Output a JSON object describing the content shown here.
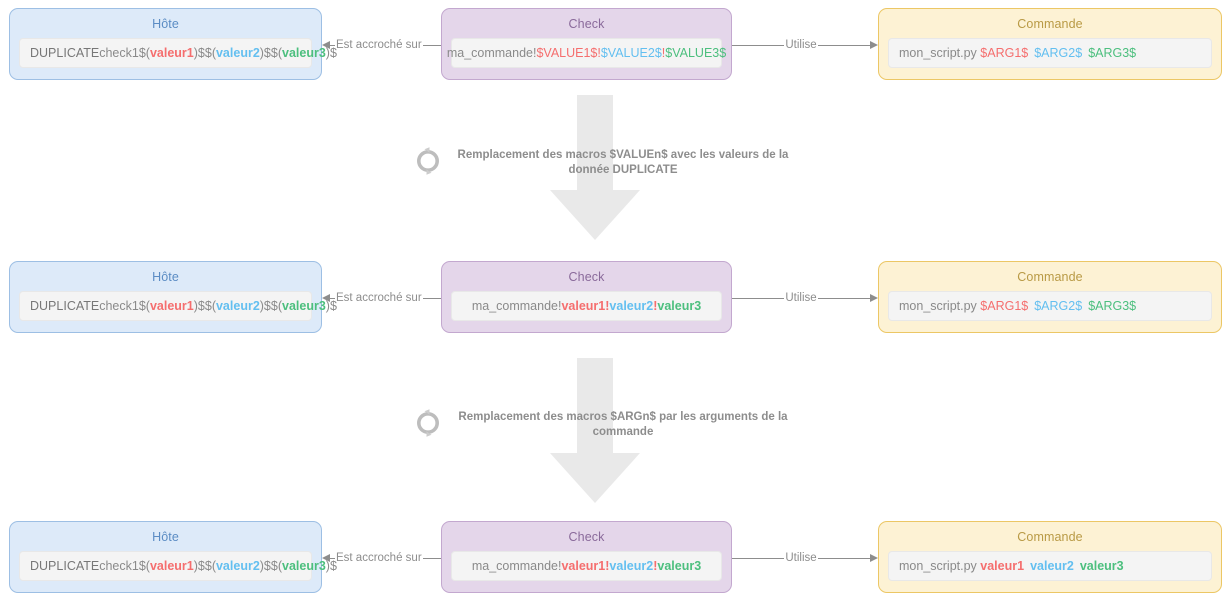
{
  "diagram": {
    "colors": {
      "host_fill": "#ddeaf9",
      "host_border": "#9dbfe4",
      "host_title": "#5b8cc4",
      "check_fill": "#e4d6ea",
      "check_border": "#c3a8cf",
      "check_title": "#8a6a9b",
      "command_fill": "#fdf2d4",
      "command_border": "#ecc765",
      "command_title": "#b99a45",
      "token_red": "#f56e6e",
      "token_blue": "#63bff0",
      "token_green": "#4cbf7e",
      "connector": "#8d8d8d",
      "arrow_block": "#e9e9e9",
      "body_text": "#777777"
    },
    "titles": {
      "host": "Hôte",
      "check": "Check",
      "command": "Commande"
    },
    "connector_labels": {
      "attached": "Est accroché sur",
      "uses": "Utilise"
    },
    "rows": [
      {
        "host": {
          "macro_label": "DUPLICATE",
          "text_plain": "check1$(valeur1)$$(valeur2)$$(valeur3)$",
          "prefix": "check1$(",
          "v1": "valeur1",
          "sep1": ")$$(",
          "v2": "valeur2",
          "sep2": ")$$(",
          "v3": "valeur3",
          "suffix": ")$"
        },
        "check": {
          "text_plain": "ma_commande!$VALUE1$!$VALUE2$!$VALUE3$",
          "prefix": "ma_commande!",
          "v1": "$VALUE1$",
          "sep1": "!",
          "v2": "$VALUE2$",
          "sep2": "!",
          "v3": "$VALUE3$",
          "suffix": "",
          "bold": false
        },
        "command": {
          "text_plain": "mon_script.py $ARG1$ $ARG2$ $ARG3$",
          "prefix": "mon_script.py ",
          "v1": "$ARG1$",
          "sep1": " ",
          "v2": "$ARG2$",
          "sep2": " ",
          "v3": "$ARG3$",
          "suffix": "",
          "bold": false
        }
      },
      {
        "host": {
          "macro_label": "DUPLICATE",
          "text_plain": "check1$(valeur1)$$(valeur2)$$(valeur3)$",
          "prefix": "check1$(",
          "v1": "valeur1",
          "sep1": ")$$(",
          "v2": "valeur2",
          "sep2": ")$$(",
          "v3": "valeur3",
          "suffix": ")$"
        },
        "check": {
          "text_plain": "ma_commande!valeur1!valeur2!valeur3",
          "prefix": "ma_commande!",
          "v1": "valeur1",
          "sep1": "!",
          "v2": "valeur2",
          "sep2": "!",
          "v3": "valeur3",
          "suffix": "",
          "bold": true
        },
        "command": {
          "text_plain": "mon_script.py $ARG1$ $ARG2$ $ARG3$",
          "prefix": "mon_script.py ",
          "v1": "$ARG1$",
          "sep1": " ",
          "v2": "$ARG2$",
          "sep2": " ",
          "v3": "$ARG3$",
          "suffix": "",
          "bold": false
        }
      },
      {
        "host": {
          "macro_label": "DUPLICATE",
          "text_plain": "check1$(valeur1)$$(valeur2)$$(valeur3)$",
          "prefix": "check1$(",
          "v1": "valeur1",
          "sep1": ")$$(",
          "v2": "valeur2",
          "sep2": ")$$(",
          "v3": "valeur3",
          "suffix": ")$"
        },
        "check": {
          "text_plain": "ma_commande!valeur1!valeur2!valeur3",
          "prefix": "ma_commande!",
          "v1": "valeur1",
          "sep1": "!",
          "v2": "valeur2",
          "sep2": "!",
          "v3": "valeur3",
          "suffix": "",
          "bold": true
        },
        "command": {
          "text_plain": "mon_script.py valeur1 valeur2 valeur3",
          "prefix": "mon_script.py ",
          "v1": "valeur1",
          "sep1": " ",
          "v2": "valeur2",
          "sep2": " ",
          "v3": "valeur3",
          "suffix": "",
          "bold": true
        }
      }
    ],
    "transitions": [
      {
        "icon": "sync-circle-icon",
        "label": "Remplacement des macros $VALUEn$ avec les valeurs de la donnée DUPLICATE"
      },
      {
        "icon": "sync-circle-icon",
        "label": "Remplacement des macros $ARGn$ par les arguments de la commande"
      }
    ]
  }
}
